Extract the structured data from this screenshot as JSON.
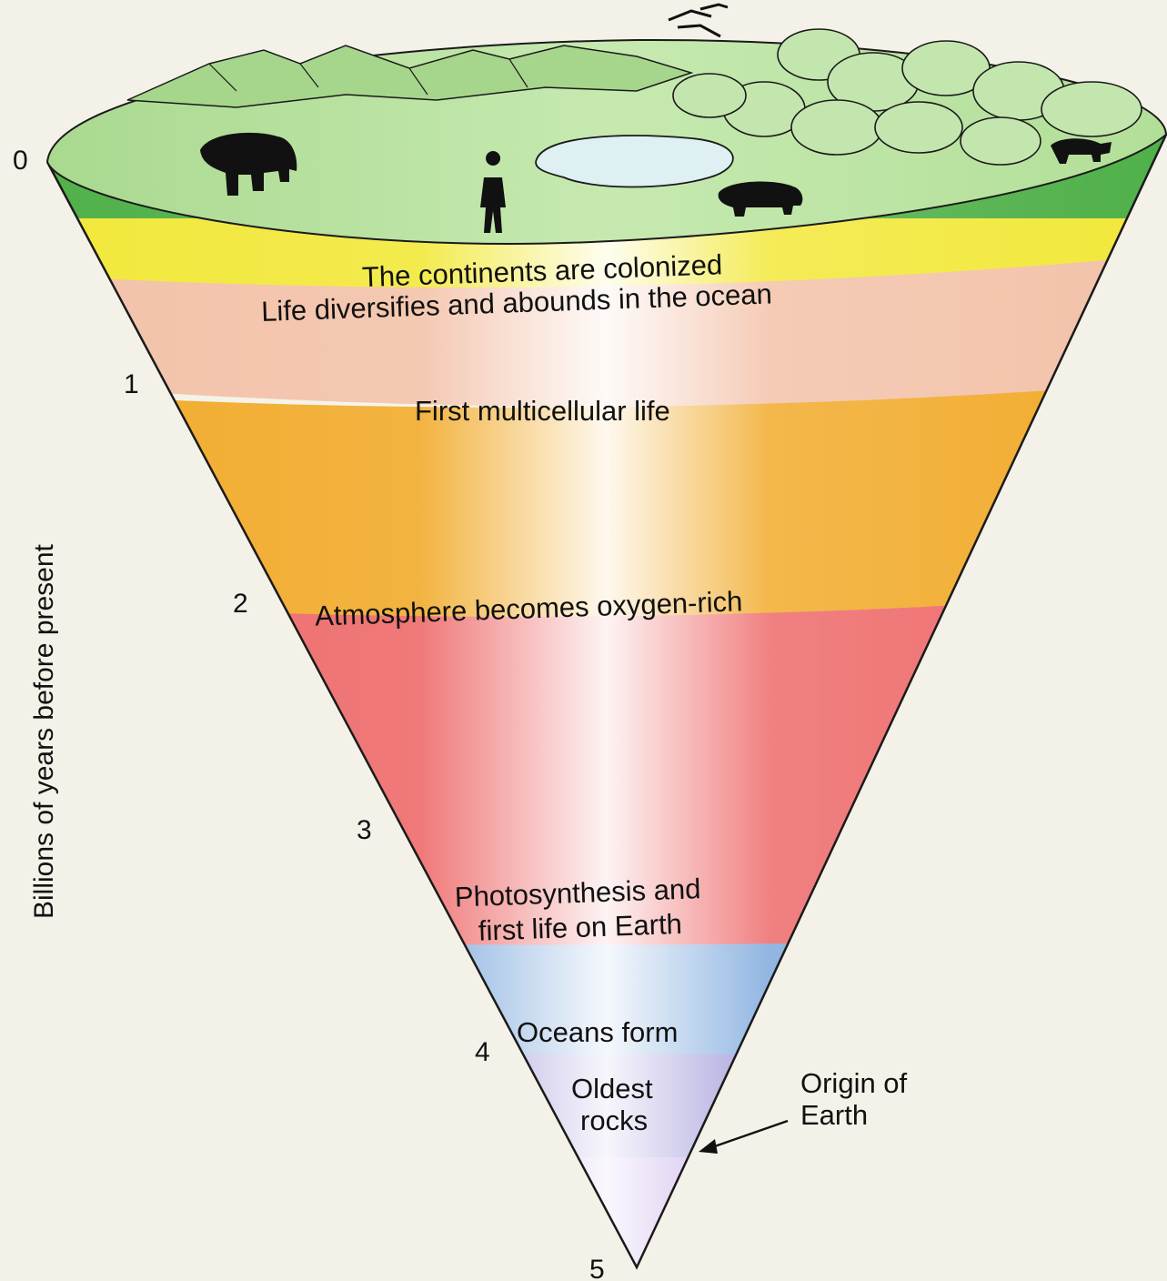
{
  "diagram": {
    "axis_label": "Billions of years before present",
    "ticks": [
      "0",
      "1",
      "2",
      "3",
      "4",
      "5"
    ],
    "bands": [
      {
        "id": "colonized",
        "label": "The continents are colonized",
        "color": "#5fbf4a"
      },
      {
        "id": "diversifies",
        "label": "Life diversifies and abounds in the ocean",
        "color": "#f2e63c"
      },
      {
        "id": "multicellular",
        "label": "First multicellular life",
        "color": "#f3c0a8"
      },
      {
        "id": "oxygen",
        "label": "Atmosphere becomes oxygen-rich",
        "color": "#f0a82a"
      },
      {
        "id": "photosynthesis",
        "label_line1": "Photosynthesis and",
        "label_line2": "first life on Earth",
        "color": "#ef6e6e"
      },
      {
        "id": "oceans",
        "label": "Oceans form",
        "color": "#7aa8dc"
      },
      {
        "id": "rocks",
        "label_line1": "Oldest",
        "label_line2": "rocks",
        "color": "#9890d4"
      },
      {
        "id": "origin-band",
        "color": "#b99be0"
      }
    ],
    "origin_label_line1": "Origin of",
    "origin_label_line2": "Earth",
    "surface_color": "#b9e3a3"
  }
}
